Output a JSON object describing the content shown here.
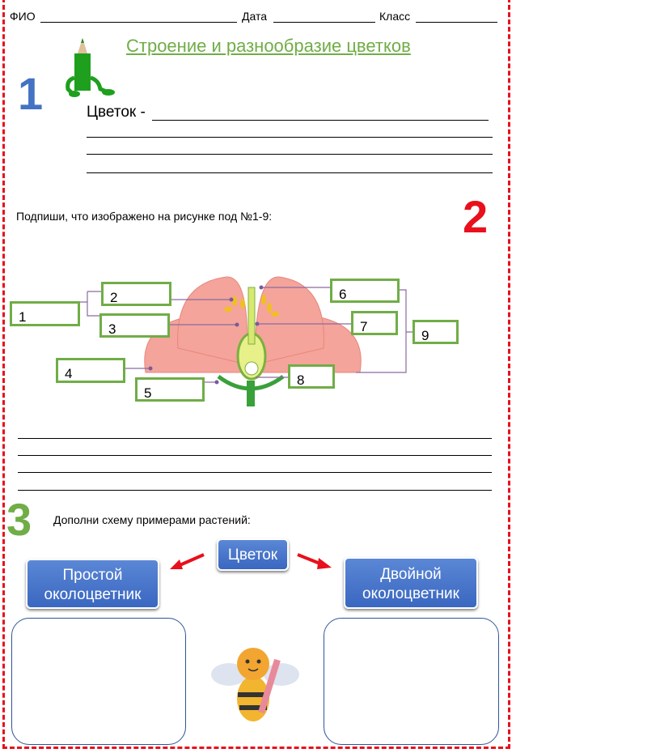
{
  "header": {
    "name_label": "ФИО",
    "date_label": "Дата",
    "class_label": "Класс"
  },
  "title": "Строение и разнообразие цветков",
  "task1": {
    "number": "1",
    "prompt": "Цветок -"
  },
  "task2": {
    "number": "2",
    "prompt": "Подпиши, что изображено на рисунке под №1-9:",
    "labels": [
      "1",
      "2",
      "3",
      "4",
      "5",
      "6",
      "7",
      "8",
      "9"
    ]
  },
  "task3": {
    "number": "3",
    "prompt": "Дополни схему примерами растений:",
    "root": "Цветок",
    "left": "Простой околоцветник",
    "right": "Двойной околоцветник"
  },
  "colors": {
    "border": "#e8101c",
    "title": "#70ad47",
    "one": "#4472c4",
    "two": "#e8101c",
    "three": "#70ad47"
  }
}
